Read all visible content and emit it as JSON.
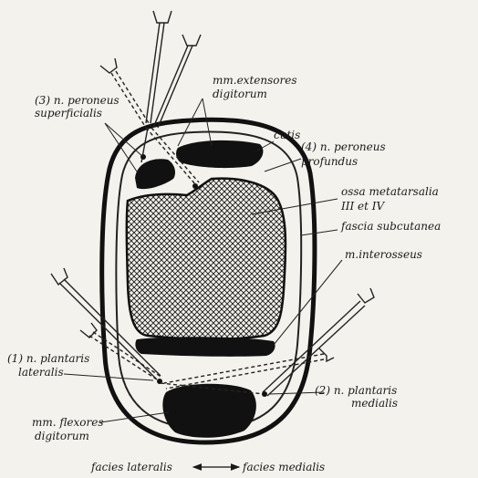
{
  "labels": {
    "ext_digitorum_1": "mm.extensores",
    "ext_digitorum_2": "digitorum",
    "peroneus_sup_1": "(3) n. peroneus",
    "peroneus_sup_2": "superficialis",
    "cutis": "cutis",
    "peroneus_prof_1": "(4) n. peroneus",
    "peroneus_prof_2": "profundus",
    "ossa_1": "ossa metatarsalia",
    "ossa_2": "III et IV",
    "fascia": "fascia subcutanea",
    "interosseus": "m.interosseus",
    "plantaris_lat_1": "(1) n. plantaris",
    "plantaris_lat_2": "lateralis",
    "plantaris_med_1": "(2) n. plantaris",
    "plantaris_med_2": "medialis",
    "flexores_1": "mm. flexores",
    "flexores_2": "digitorum",
    "facies_lat": "facies lateralis",
    "facies_med": "facies medialis"
  }
}
